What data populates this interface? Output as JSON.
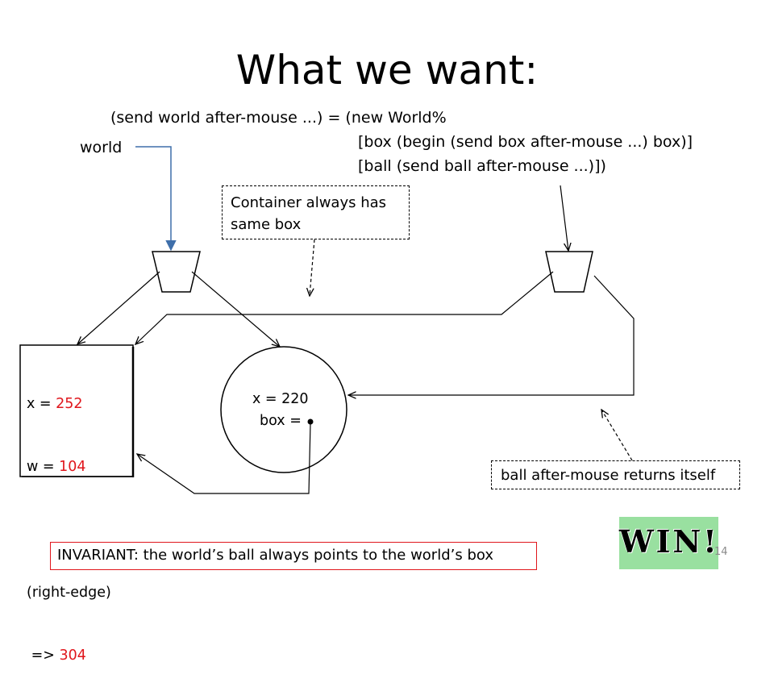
{
  "slide": {
    "title": "What we want:",
    "code_line_1": "(send world after-mouse ...) = (new World%",
    "code_line_2": "[box (begin (send box after-mouse ...) box)]",
    "code_line_3": "[ball (send ball after-mouse ...)])",
    "world_label": "world",
    "note_container_1": "Container always has",
    "note_container_2": "same box",
    "box_x_label": "x = ",
    "box_x_value": "252",
    "box_w_label": "w = ",
    "box_w_value": "104",
    "box_method": "(right-edge)",
    "box_result_label": " => ",
    "box_result_value": "304",
    "ball_x": "x = 220",
    "ball_box": "box =",
    "note_ball": "ball after-mouse returns itself",
    "invariant": "INVARIANT: the world’s ball always points to the world’s box",
    "win": "WIN!",
    "page_number": "14"
  },
  "colors": {
    "value_red": "#e0161c",
    "world_arrow_blue": "#3f6faa",
    "invariant_border": "#e0161c",
    "win_background": "#99e0a0",
    "page_number_gray": "#8a8a8a"
  }
}
